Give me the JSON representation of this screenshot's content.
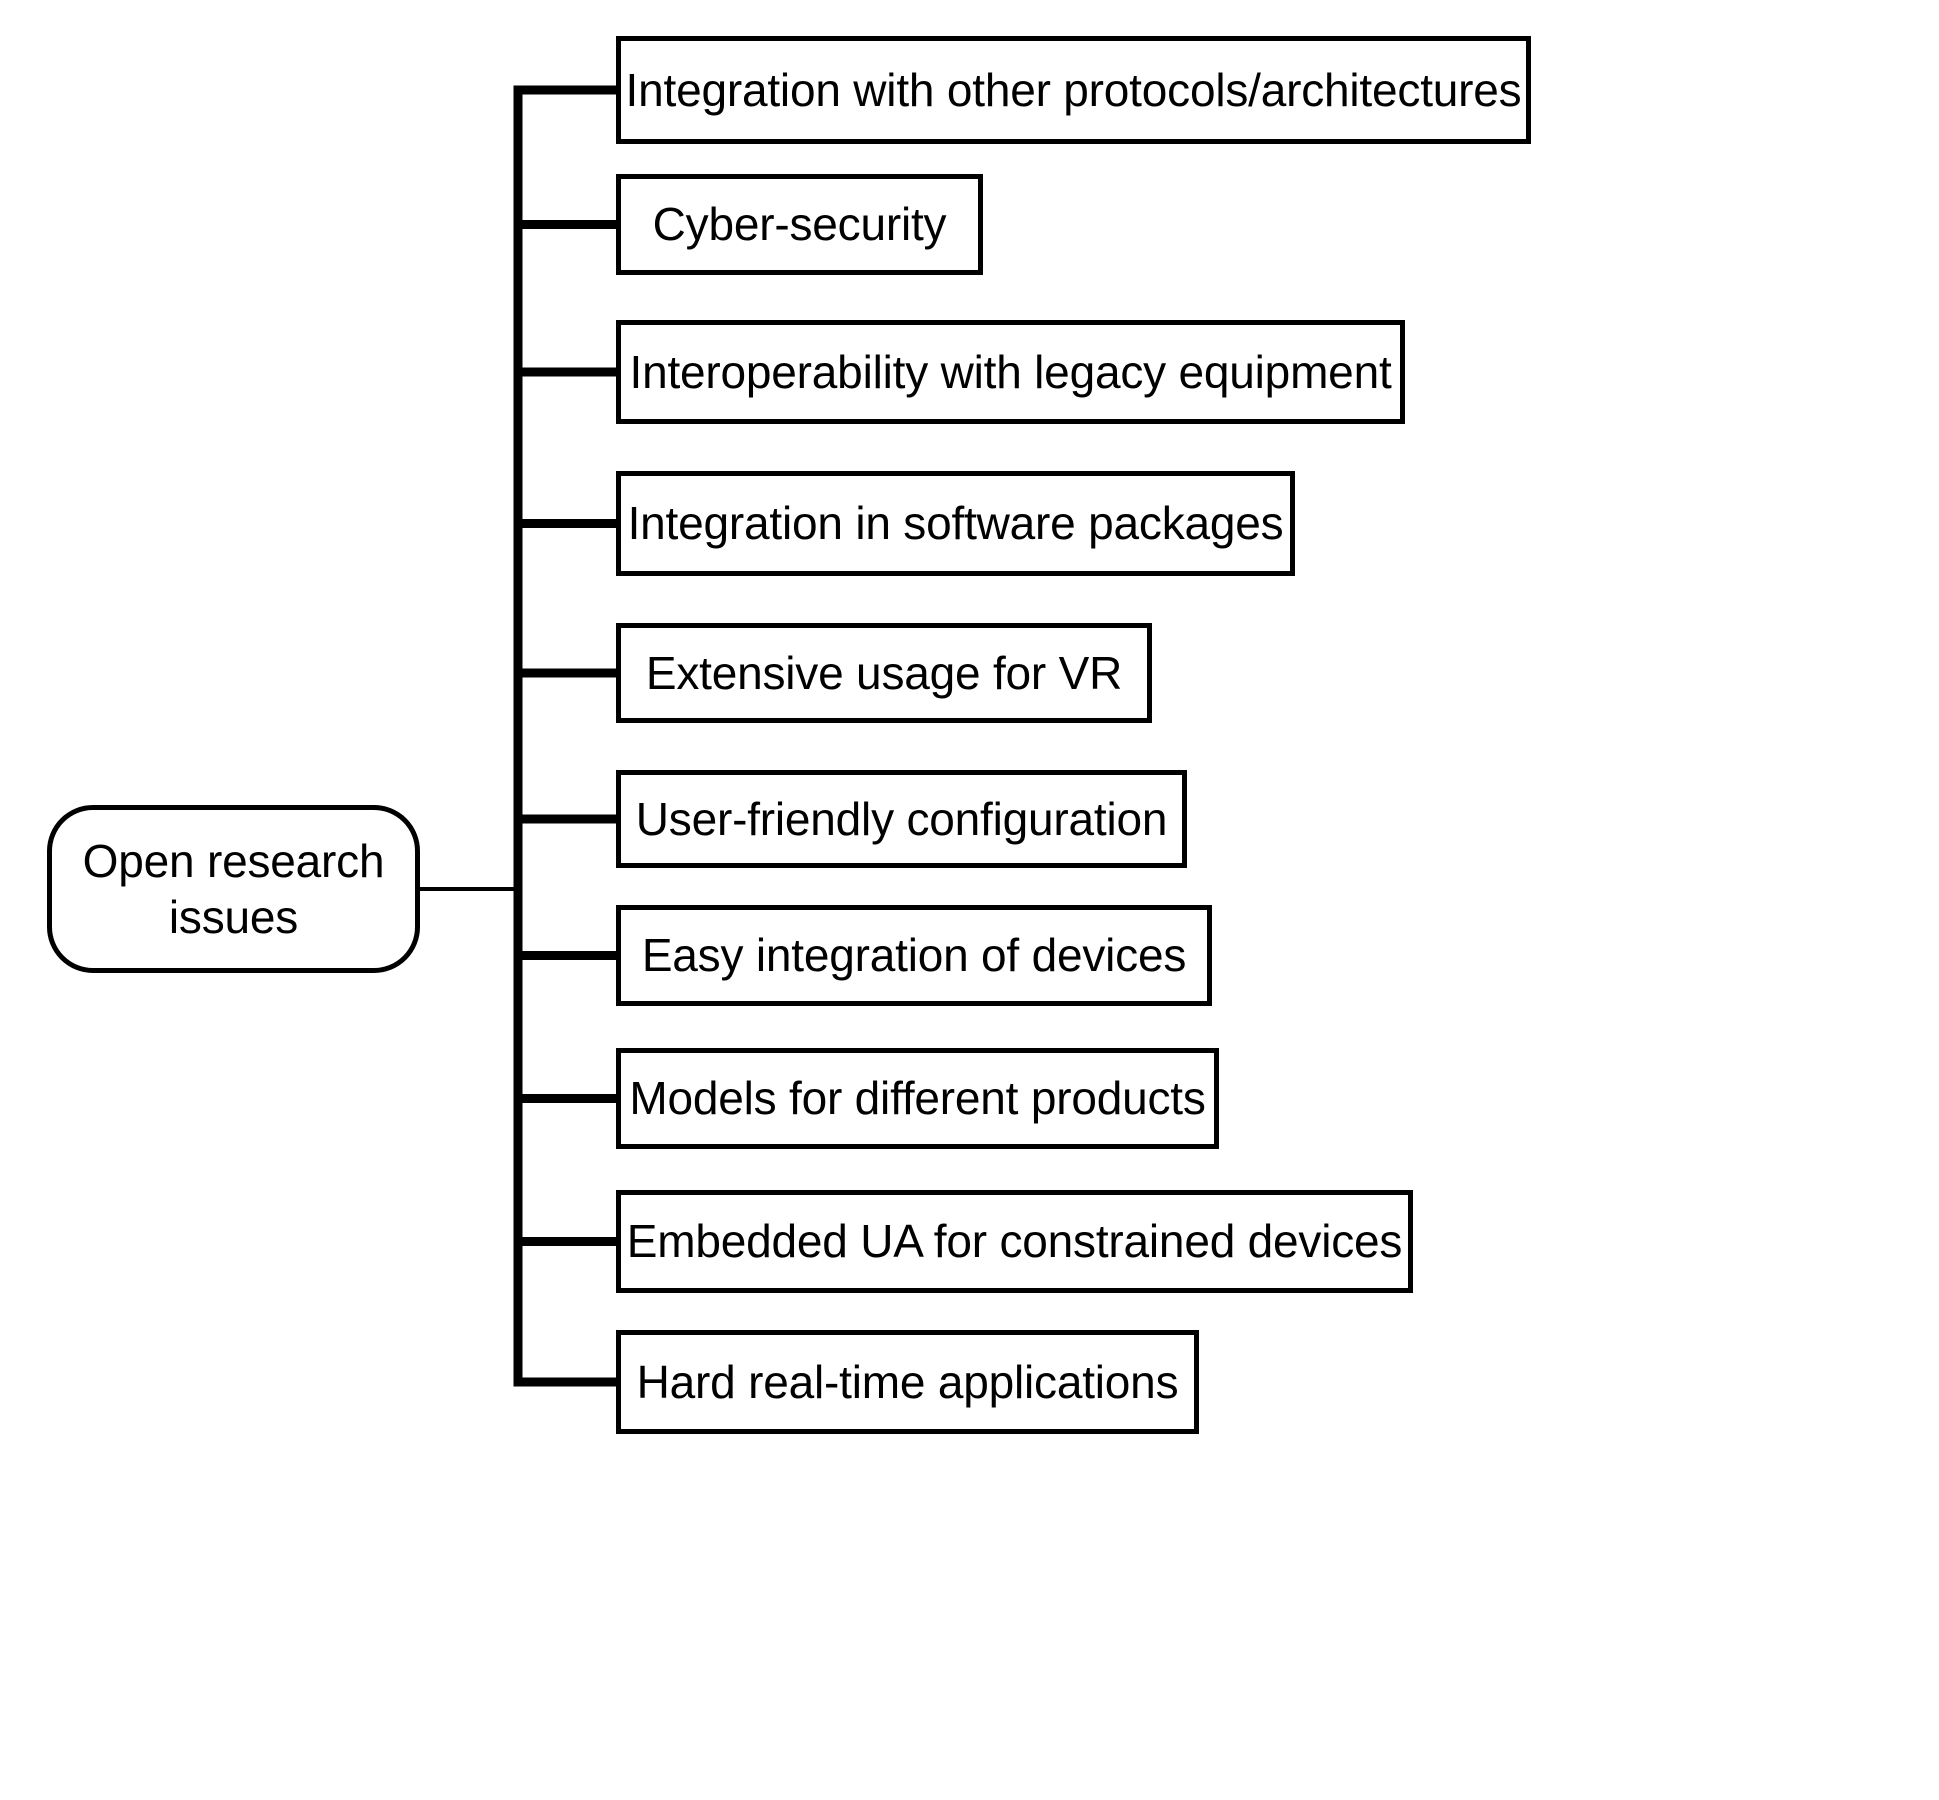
{
  "diagram": {
    "type": "tree-mindmap",
    "orientation": "left-to-right",
    "line_color": "#000000",
    "box_border_color": "#000000",
    "box_fill_color": "#ffffff",
    "background_color": "#ffffff",
    "text_color": "#000000",
    "root": {
      "label_line1": "Open research",
      "label_line2": "issues",
      "label": "Open research issues",
      "shape": "rounded-rectangle"
    },
    "branches": [
      {
        "label": "Integration with other protocols/architectures"
      },
      {
        "label": "Cyber-security"
      },
      {
        "label": "Interoperability with legacy equipment"
      },
      {
        "label": "Integration in software packages"
      },
      {
        "label": "Extensive usage for VR"
      },
      {
        "label": "User-friendly configuration"
      },
      {
        "label": "Easy integration of devices"
      },
      {
        "label": "Models for different products"
      },
      {
        "label": "Embedded UA for constrained devices"
      },
      {
        "label": "Hard real-time applications"
      }
    ],
    "branch_count": 10
  }
}
